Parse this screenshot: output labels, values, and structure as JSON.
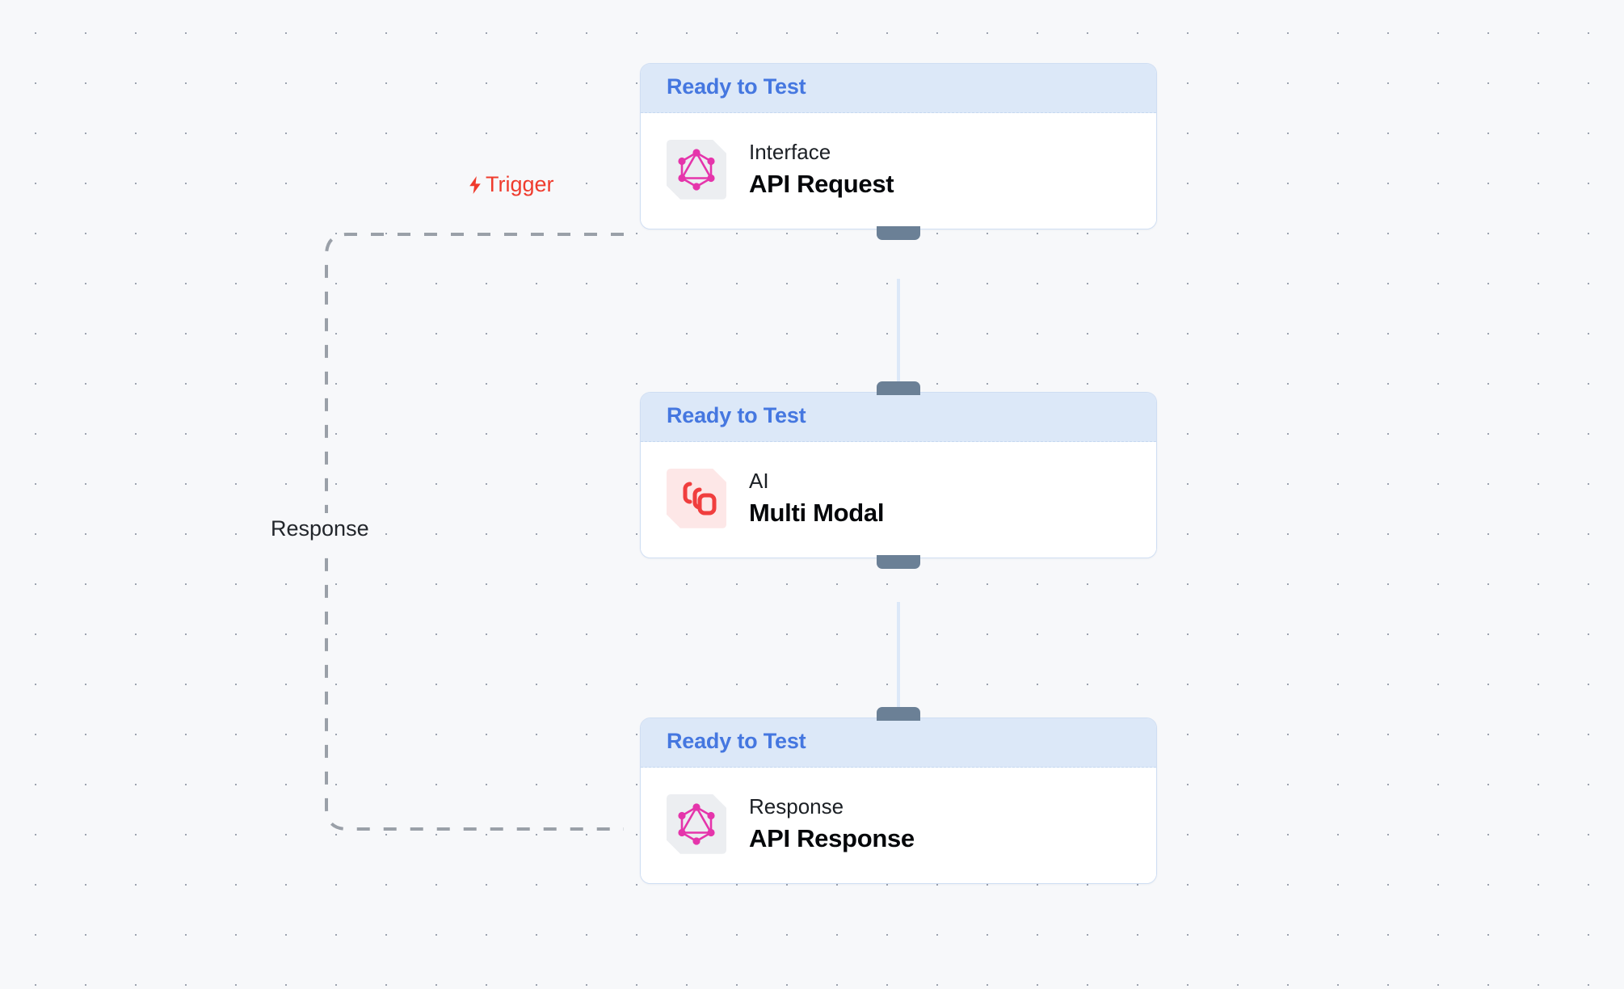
{
  "canvas": {
    "background_color": "#f7f8fa",
    "dot_color": "#9ca3af",
    "grid_spacing": 62
  },
  "edges": [
    {
      "id": "trigger-edge",
      "label": "Trigger",
      "icon": "lightning-bolt-icon",
      "color": "#ef3b2d",
      "style": "dashed"
    },
    {
      "id": "response-edge",
      "label": "Response",
      "color": "#22262b",
      "style": "dashed"
    }
  ],
  "edge_colors": {
    "dashed": "#9aa0a8",
    "solid": "#dce8f8",
    "handle": "#6b8096"
  },
  "nodes": [
    {
      "id": "api-request",
      "status": "Ready to Test",
      "kind": "Interface",
      "title": "API Request",
      "icon": "graphql-icon",
      "icon_badge_color": "#eceef1",
      "icon_color": "#e535ab"
    },
    {
      "id": "multi-modal",
      "status": "Ready to Test",
      "kind": "AI",
      "title": "Multi Modal",
      "icon": "multi-modal-icon",
      "icon_badge_color": "#fde7e7",
      "icon_color": "#f03e3e"
    },
    {
      "id": "api-response",
      "status": "Ready to Test",
      "kind": "Response",
      "title": "API Response",
      "icon": "graphql-icon",
      "icon_badge_color": "#eceef1",
      "icon_color": "#e535ab"
    }
  ]
}
